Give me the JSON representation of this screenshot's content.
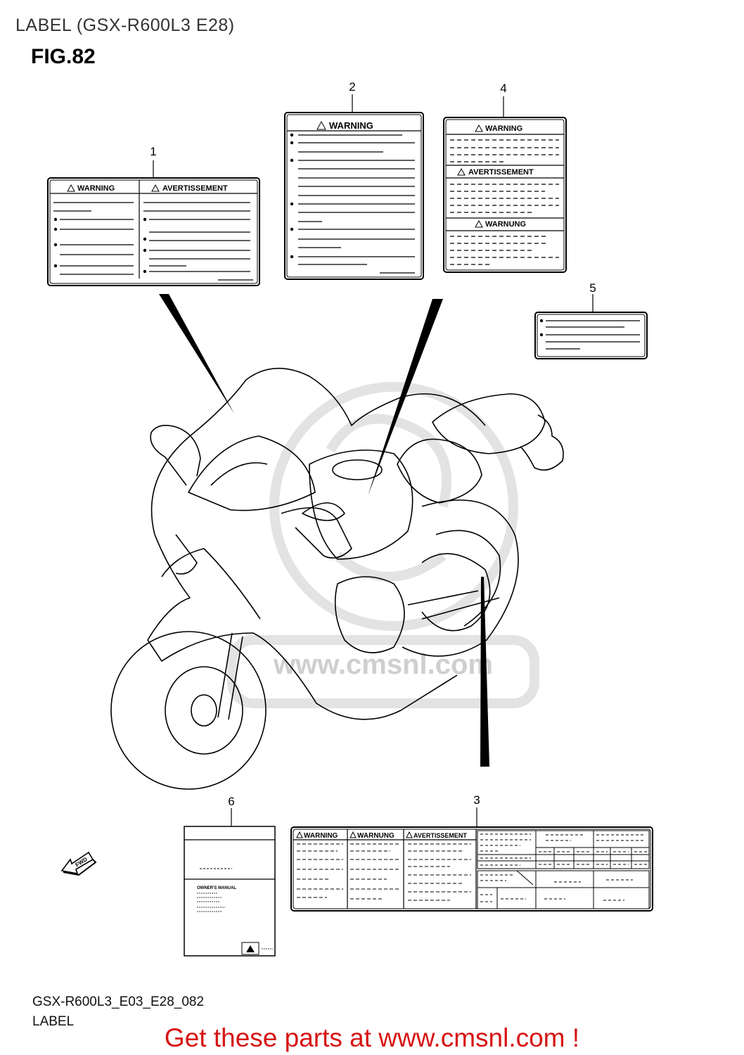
{
  "header": {
    "title": "LABEL (GSX-R600L3 E28)",
    "figure": "FIG.82"
  },
  "callouts": [
    "1",
    "2",
    "3",
    "4",
    "5",
    "6"
  ],
  "labels": {
    "label1": {
      "left_heading": "WARNING",
      "right_heading": "AVERTISSEMENT"
    },
    "label2": {
      "heading": "WARNING"
    },
    "label3": {
      "headings": [
        "WARNING",
        "WARNUNG",
        "AVERTISSEMENT"
      ]
    },
    "label4": {
      "headings": [
        "WARNING",
        "AVERTISSEMENT",
        "WARNUNG"
      ]
    },
    "manual": {
      "title": "OWNER'S MANUAL"
    }
  },
  "direction_marker": "FWD",
  "watermark": "www.cmsnl.com",
  "footer": {
    "diagram_code": "GSX-R600L3_E03_E28_082",
    "part_name": "LABEL",
    "promo": "Get these parts at www.cmsnl.com !"
  }
}
